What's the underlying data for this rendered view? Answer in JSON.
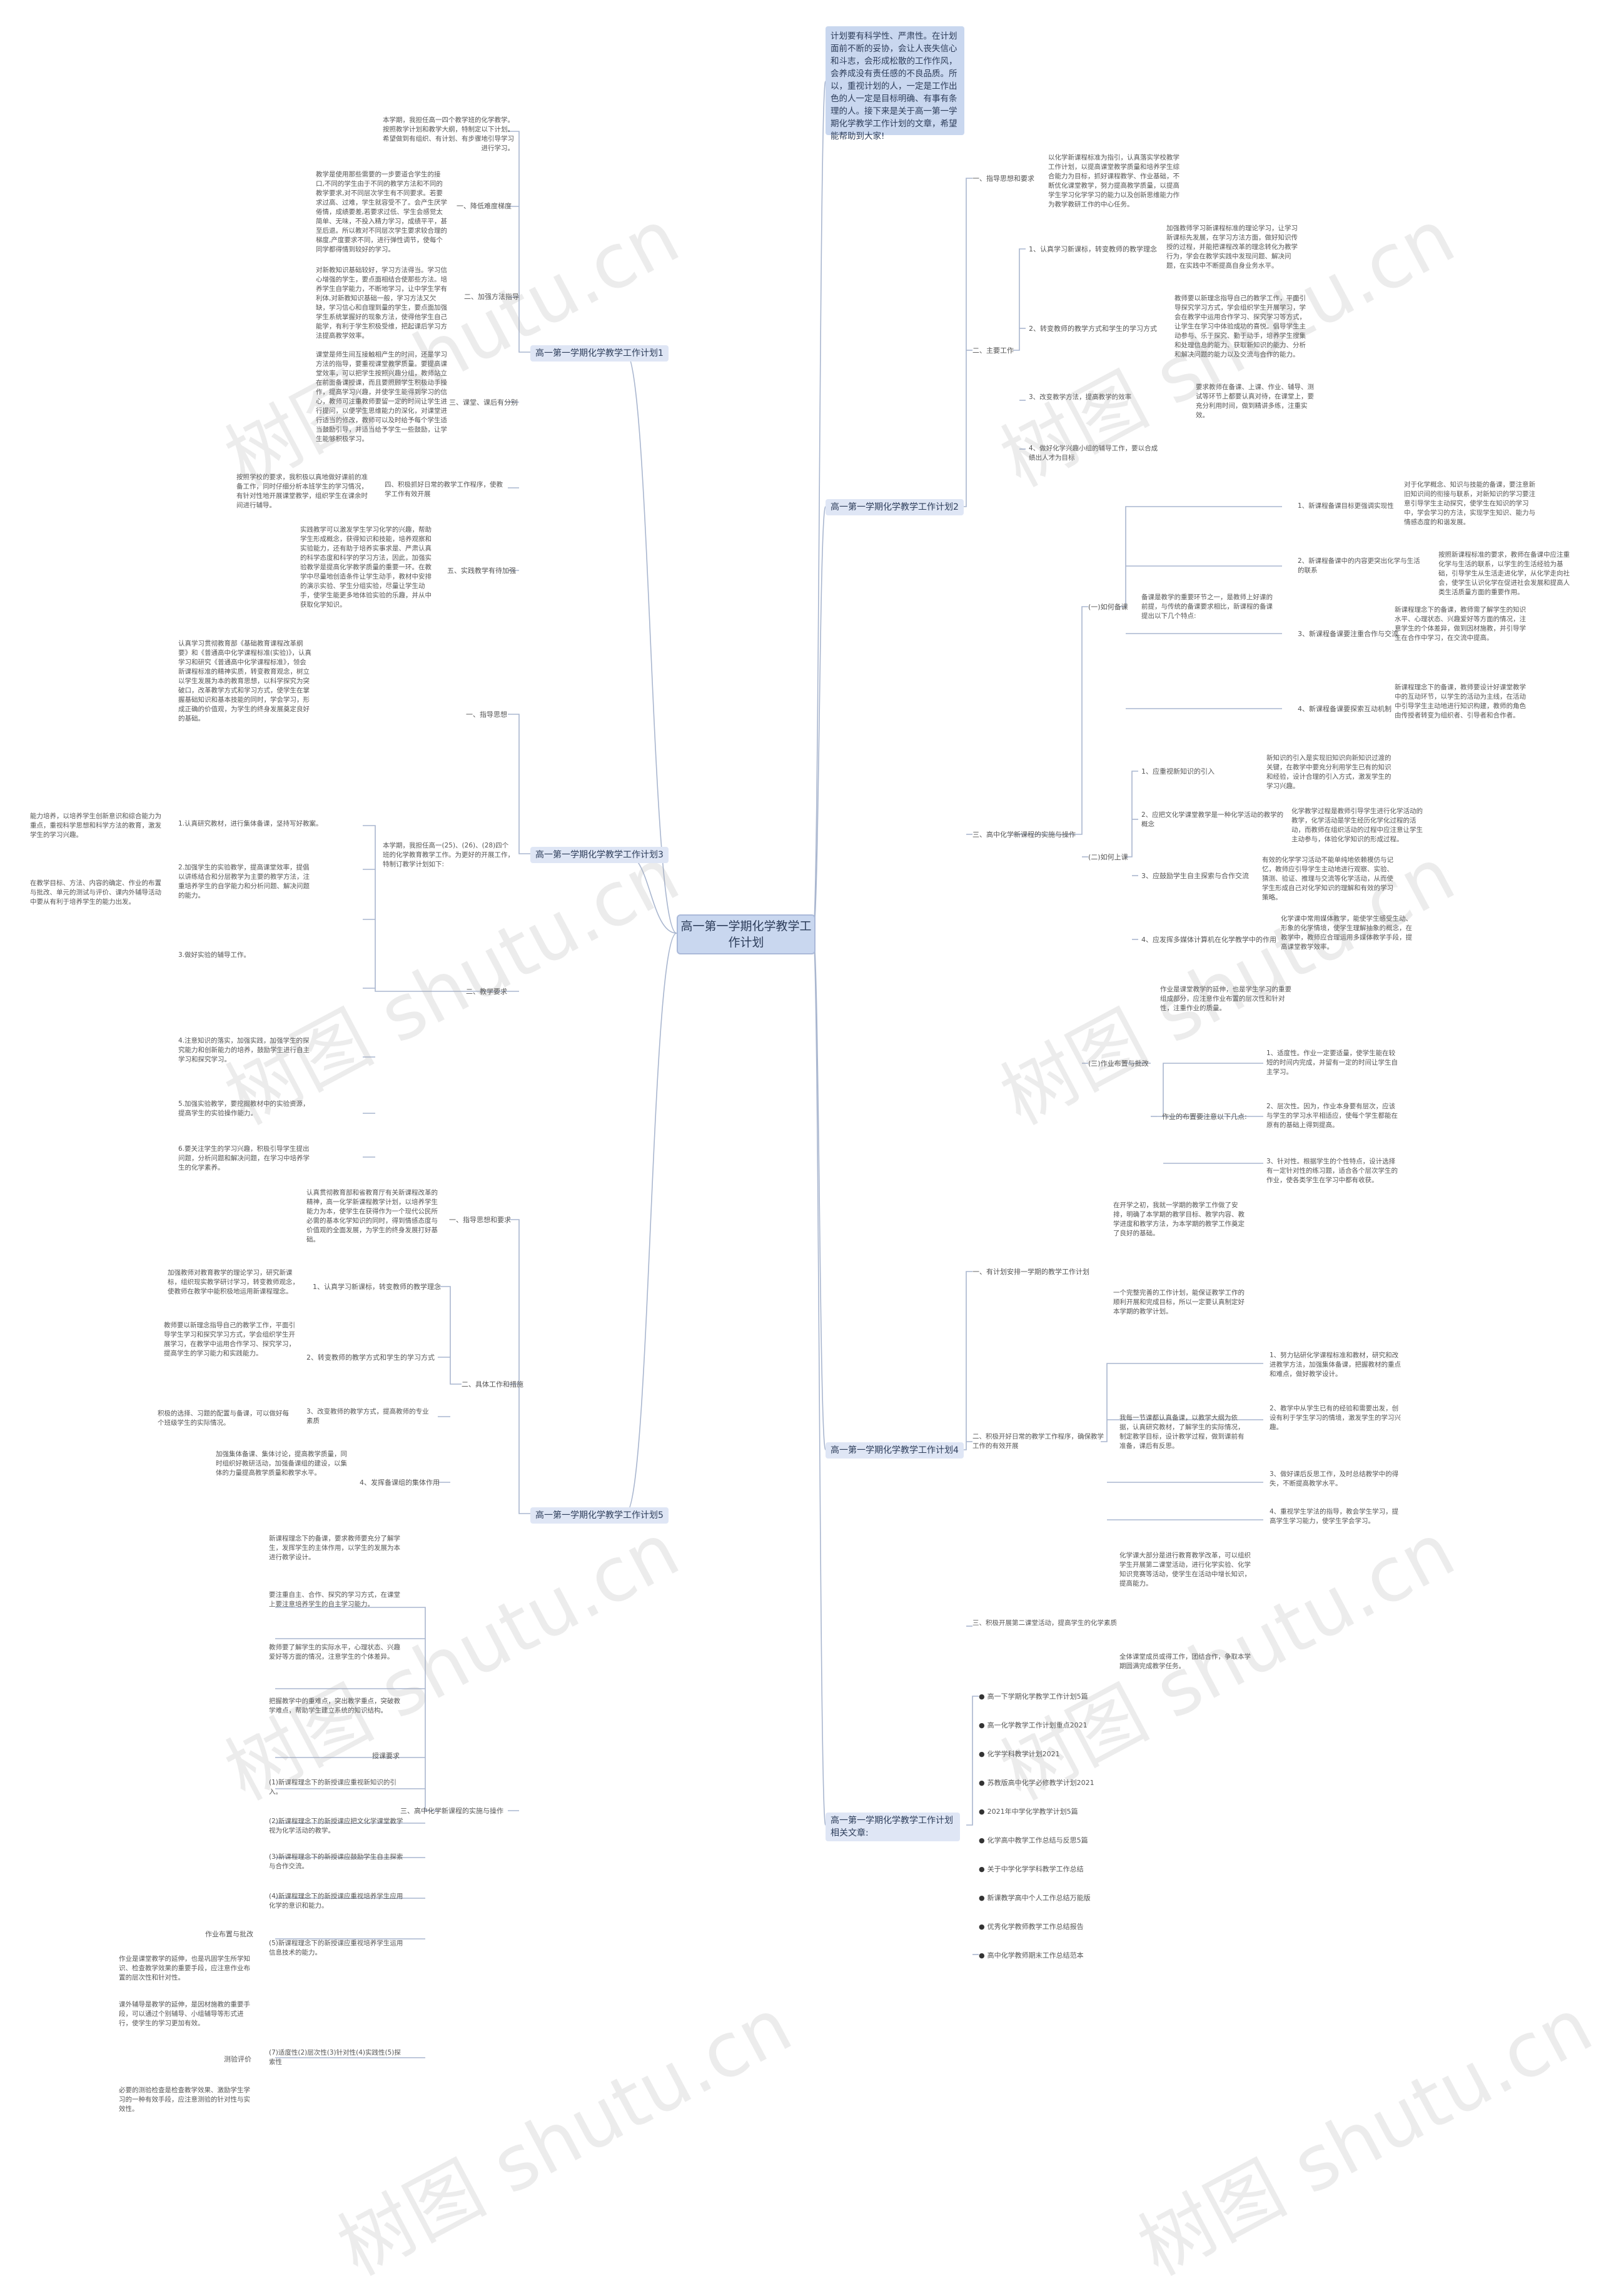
{
  "root": "高一第一学期化学教学工作计划",
  "intro": "计划要有科学性、严肃性。在计划面前不断的妥协，会让人丧失信心和斗志，会形成松散的工作作风，会养成没有责任感的不良品质。所以，重视计划的人，一定是工作出色的人一定是目标明确、有事有条理的人。接下来是关于高一第一学期化学教学工作计划的文章，希望能帮助到大家!",
  "branches": {
    "b1": "高一第一学期化学教学工作计划1",
    "b2": "高一第一学期化学教学工作计划2",
    "b3": "高一第一学期化学教学工作计划3",
    "b4": "高一第一学期化学教学工作计划4",
    "b5": "高一第一学期化学教学工作计划5",
    "b6": "高一第一学期化学教学工作计划相关文章:"
  },
  "b1": {
    "intro": "本学期，我担任高一四个教学班的化学教学。按照教学计划和教学大纲，特制定以下计划。希望做到有组织、有计划、有步骤地引导学习进行学习。",
    "s1": "一、降低难度梯度",
    "s1_text": "教学是使用那些需要的一步要道合学生的接口,不同的学生由于不同的教学方法和不同的教学要求,对不同层次学生有不同要求。若要求过高、过难，学生就容受不了。会产生厌学倦情，成绩要差,若要求过低、学生会感觉太简单、无味，不投入精力学习，成绩平平，甚至后退。所以教对不同层次学生要求较合理的梯度,产度要求不同，进行弹性调节，使每个同学都得情到较好的学习。",
    "s2": "二、加强方法指导",
    "s2_text": "对新教知识基础较好，学习方法得当。学习信心增强的学生，要点面相结合使那些方法。培养学生自学能力，不断地学习，让中学生学有利体,对新教知识基础一般，学习方法又欠缺，学习信心和自理到量的学生，要点面加强学生系统掌握好的现象方法，使得他学生自己能学，有利于学生积极受维，把起课后学习方法提高教学效率。",
    "s3": "三、课堂、课后有分别",
    "s3_text": "课堂是师生间互接触相产生的时间，还是学习方法的指导，要重视课堂教学质量。要提高课堂效率，可以把学生按照兴趣分组，教师站立在前面备课授课，而且要照顾学生积极动手操作，提高学习兴趣，并使学生能得到学习的信心，教师可注重教师要留一定的时间让学生进行提问，以便学生思维能力的深化，对课堂进行适当的修改，教师可以及时给予每个学生适当鼓励引导，并适当给予学生一些鼓励，让学生能够积极学习。",
    "s4": "四、积极抓好日常的教学工作程序，使教学工作有效开展",
    "s4_text": "按照学校的要求，我积极以真地做好课前的准备工作，同时仔细分析本班学生的学习情况，有针对性地开展课堂教学，组织学生在课余时间进行辅导。",
    "s5": "五、实践教学有待加强",
    "s5_text": "实践教学可以激发学生学习化学的兴趣，帮助学生形成概念，获得知识和技能，培养观察和实验能力，还有助于培养实事求是、严肃认真的科学态度和科学的学习方法，因此，加强实验教学是提高化学教学质量的重要一环。在教学中尽量地创造条件让学生动手，教材中安排的演示实验、学生分组实验，尽量让学生动手，使学生能更多地体验实验的乐趣，并从中获取化学知识。"
  },
  "b2": {
    "s1": "一、指导思想和要求",
    "s1_text": "以化学新课程标准为指引，认真落实学校教学工作计划，以提高课堂教学质量和培养学生综合能力为目标，抓好课程教学、作业基础，不断优化课堂教学，努力提高教学质量，以提高学生学习化学学习的能力以及创新思维能力作为教学教研工作的中心任务。",
    "s2": "二、主要工作",
    "s2_1": "1、认真学习新课标，转变教师的教学理念",
    "s2_1_text": "加强教师学习新课程标准的理论学习，让学习新课标先发展，在学习方法方面，做好知识传授的过程，并能把课程改革的理念转化为教学行为，学会在教学实践中发现问题、解决问题，在实践中不断提高自身业务水平。",
    "s2_2": "2、转变教师的教学方式和学生的学习方式",
    "s2_2_text": "教师要以新理念指导自己的教学工作，平面引导探究学习方式，学会组织学生开展学习，学会在教学中运用合作学习、探究学习等方式，让学生在学习中体验成功的喜悦。倡导学生主动参与、乐于探究、勤于动手，培养学生搜集和处理信息的能力、获取新知识的能力、分析和解决问题的能力以及交流与合作的能力。",
    "s2_3": "3、改变教学方法，提高教学的效率",
    "s2_3_text": "要求教师在备课、上课、作业、辅导、测试等环节上都要认真对待，在课堂上，要充分利用时间，做到精讲多练，注重实效。",
    "s2_4": "4、做好化学兴趣小组的辅导工作，要以合成绩出人才为目标",
    "s3": "三、高中化学新课程的实施与操作",
    "s3_a": "(一)如何备课",
    "s3_a_text": "备课是教学的重要环节之一，是教师上好课的前提，与传统的备课要求相比，新课程的备课提出以下几个特点:",
    "s3_a1": "1、新课程备课目标更强调实现性",
    "s3_a1_text": "对于化学概念、知识与技能的备课，要注意新旧知识间的衔接与联系，对新知识的学习要注意引导学生主动探究，使学生在知识的学习中，学会学习的方法，实现学生知识、能力与情感态度的和谐发展。",
    "s3_a2": "2、新课程备课中的内容更突出化学与生活的联系",
    "s3_a2_text": "按照新课程标准的要求，教师在备课中应注重化学与生活的联系，以学生的生活经验为基础，引导学生从生活走进化学，从化学走向社会，使学生认识化学在促进社会发展和提高人类生活质量方面的重要作用。",
    "s3_a3": "3、新课程备课要注重合作与交流",
    "s3_a3_text": "新课程理念下的备课，教师需了解学生的知识水平、心理状态、兴趣爱好等方面的情况，注意学生的个体差异，做到因材施教，并引导学生在合作中学习，在交流中提高。",
    "s3_a4": "4、新课程备课要探索互动机制",
    "s3_a4_text": "新课程理念下的备课，教师要设计好课堂教学中的互动环节，以学生的活动为主线，在活动中引导学生主动地进行知识构建，教师的角色由传授者转变为组织者、引导者和合作者。",
    "s3_b": "(二)如何上课",
    "s3_b1": "1、应重视新知识的引入",
    "s3_b1_text": "新知识的引入是实现旧知识向新知识过渡的关键，在教学中要充分利用学生已有的知识和经验，设计合理的引入方式，激发学生的学习兴趣。",
    "s3_b2": "2、应把文化学课堂教学是一种化学活动的教学的概念",
    "s3_b2_text": "化学教学过程是教师引导学生进行化学活动的教学，化学活动是学生经历化学化过程的活动，而教师在组织活动的过程中应注意让学生主动参与，体验化学知识的形成过程。",
    "s3_b3": "3、应鼓励学生自主探索与合作交流",
    "s3_b3_text": "有效的化学学习活动不能单纯地依赖模仿与记忆，教师应引导学生主动地进行观察、实验、猜测、验证、推理与交流等化学活动，从而使学生形成自己对化学知识的理解和有效的学习策略。",
    "s3_b4": "4、应发挥多媒体计算机在化学教学中的作用",
    "s3_b4_text": "化学课中常用媒体教学，能使学生感受生动、形象的化学情境，使学生理解抽象的概念，在教学中，教师应合理运用多媒体教学手段，提高课堂教学效率。",
    "s3_c": "(三)作业布置与批改",
    "s3_c_text": "作业是课堂教学的延伸，也是学生学习的重要组成部分，应注意作业布置的层次性和针对性，注重作业的质量。",
    "s3_c_sub": "作业的布置要注意以下几点:",
    "s3_c1": "1、适度性。作业一定要适量，使学生能在较短的时间内完成，并留有一定的时间让学生自主学习。",
    "s3_c2": "2、层次性。因为，作业本身要有层次，应该与学生的学习水平相适应，使每个学生都能在原有的基础上得到提高。",
    "s3_c3": "3、针对性。根据学生的个性特点，设计选择有一定针对性的练习题，适合各个层次学生的作业，使各类学生在学习中都有收获。"
  },
  "b3": {
    "s1": "一、指导思想",
    "s1_text": "认真学习贯彻教育部《基础教育课程改革纲要》和《普通高中化学课程标准(实验)》，认真学习和研究《普通高中化学课程标准》，领会新课程标准的精神实质，转变教育观念，树立以学生发展为本的教育思想，以科学探究为突破口，改革教学方式和学习方式，使学生在掌握基础知识和基本技能的同时，学会学习，形成正确的价值观，为学生的终身发展奠定良好的基础。",
    "s2_head": "本学期，我担任高一(25)、(26)、(28)四个班的化学教育教学工作。为更好的开展工作，特制订教学计划如下:",
    "s2": "二、教学要求",
    "s2_1": "1.认真研究教材，进行集体备课，坚持写好教案。",
    "s2_1_left": "能力培养，以培养学生创新意识和综合能力为重点，重视科学思想和科学方法的教育，激发学生的学习兴趣。",
    "s2_2": "2.加强学生的实验教学，提高课堂效率，提倡以讲练结合和分层教学为主要的教学方法，注重培养学生的自学能力和分析问题、解决问题的能力。",
    "s2_2_left": "在教学目标、方法、内容的确定、作业的布置与批改、单元的测试与评价、课内外辅导活动中要从有利于培养学生的能力出发。",
    "s2_3": "3.做好实验的辅导工作。",
    "s2_4": "4.注意知识的落实，加强实践，加强学生的探究能力和创新能力的培养，鼓励学生进行自主学习和探究学习。",
    "s2_5": "5.加强实验教学，要挖掘教材中的实验资源，提高学生的实验操作能力。",
    "s2_6": "6.要关注学生的学习兴趣，积极引导学生提出问题，分析问题和解决问题，在学习中培养学生的化学素养。"
  },
  "b4": {
    "s1": "一、有计划安排一学期的教学工作计划",
    "s1_text": "在开学之初，我就一学期的教学工作做了安排，明确了本学期的教学目标、教学内容、教学进度和教学方法，为本学期的教学工作奠定了良好的基础。",
    "s1_text2": "一个完整完善的工作计划，能保证教学工作的顺利开展和完成目标，所以一定要认真制定好本学期的教学计划。",
    "s2": "二、积极开好日常的教学工作程序，确保教学工作的有效开展",
    "s2_text": "我每一节课都认真备课，以教学大纲为依据，认真研究教材，了解学生的实际情况，制定教学目标，设计教学过程，做到课前有准备，课后有反思。",
    "s2_1": "1、努力钻研化学课程标准和教材，研究和改进教学方法，加强集体备课，把握教材的重点和难点，做好教学设计。",
    "s2_2": "2、教学中从学生已有的经验和需要出发，创设有利于学生学习的情境，激发学生的学习兴趣。",
    "s2_3": "3、做好课后反思工作，及时总结教学中的得失，不断提高教学水平。",
    "s2_4": "4、重视学生学法的指导，教会学生学习，提高学生学习能力，使学生学会学习。",
    "s3": "三、积极开展第二课堂活动，提高学生的化学素质",
    "s3_text": "化学课大部分是进行教育教学改革，可以组织学生开展第二课堂活动，进行化学实验、化学知识竞赛等活动，使学生在活动中增长知识，提高能力。",
    "s3_text2": "全体课堂成员或得工作，团结合作，争取本学期圆满完成教学任务。"
  },
  "b5": {
    "s1": "一、指导思想和要求",
    "s1_text": "认真贯彻教育部和省教育厅有关新课程改革的精神，高一化学新课程教学计划，以培养学生能力为本，使学生在获得作为一个现代公民所必需的基本化学知识的同时，得到情感态度与价值观的全面发展，为学生的终身发展打好基础。",
    "s2": "二、具体工作和措施",
    "s2_1": "1、认真学习新课标，转变教师的教学理念",
    "s2_1_text": "加强教师对教育教学的理论学习，研究新课标，组织现实教学研讨学习，转变教师观念，使教师在教学中能积极地运用新课程理念。",
    "s2_2": "2、转变教师的教学方式和学生的学习方式",
    "s2_2_text": "教师要以新理念指导自己的教学工作，平面引导学生学习和探究学习方式，学会组织学生开展学习，在教学中运用合作学习、探究学习，提高学生的学习能力和实践能力。",
    "s2_3": "3、改变教师的教学方式，提高教师的专业素质",
    "s2_3_text": "积极的选择、习题的配置与备课，可以做好每个班级学生的实际情况。",
    "s2_4": "4、发挥备课组的集体作用",
    "s2_4_text": "加强集体备课、集体讨论，提高教学质量，同时组织好教研活动，加强备课组的建设，以集体的力量提高教学质量和教学水平。",
    "s3": "三、高中化学新课程的实施与操作",
    "s3_text1": "新课程理念下的备课，要求教师要充分了解学生，发挥学生的主体作用，以学生的发展为本进行教学设计。",
    "s3_text2": "要注重自主、合作、探究的学习方式，在课堂上要注意培养学生的自主学习能力。",
    "s3_text3": "教师要了解学生的实际水平，心理状态、兴趣爱好等方面的情况，注意学生的个体差异。",
    "s3_text4": "把握教学中的重难点，突出教学重点，突破教学难点，帮助学生建立系统的知识结构。",
    "s3_head": "授课要求",
    "s3_1": "(1)新课程理念下的新授课应重视新知识的引入。",
    "s3_2": "(2)新课程理念下的新授课应把文化学课堂教学视为化学活动的教学。",
    "s3_3": "(3)新课程理念下的新授课应鼓励学生自主探索与合作交流。",
    "s3_4": "(4)新课程理念下的新授课应重视培养学生应用化学的意识和能力。",
    "s3_5": "(5)新课程理念下的新授课应重视培养学生运用信息技术的能力。",
    "s3_6": "(7)适度性(2)层次性(3)针对性(4)实践性(5)探索性",
    "hw": "作业布置与批改",
    "hw_text": "作业是课堂教学的延伸，也是巩固学生所学知识、检查教学效果的重要手段，应注意作业布置的层次性和针对性。",
    "eval": "测验评价",
    "eval_text": "课外辅导是教学的延伸，是因材施教的重要手段，可以通过个别辅导、小组辅导等形式进行，使学生的学习更加有效。",
    "eval_text2": "必要的测验检查是检查教学效果、激励学生学习的一种有效手段，应注意测验的针对性与实效性。"
  },
  "b6": {
    "links": [
      "高一下学期化学教学工作计划5篇",
      "高一化学教学工作计划重点2021",
      "化学学科教学计划2021",
      "苏教版高中化学必修教学计划2021",
      "2021年中学化学教学计划5篇",
      "化学高中教学工作总结与反思5篇",
      "关于中学化学学科教学工作总结",
      "新课教学高中个人工作总结万能版",
      "优秀化学教师教学工作总结报告",
      "高中化学教师期末工作总结范本"
    ]
  },
  "watermark": "树图 shutu.cn"
}
